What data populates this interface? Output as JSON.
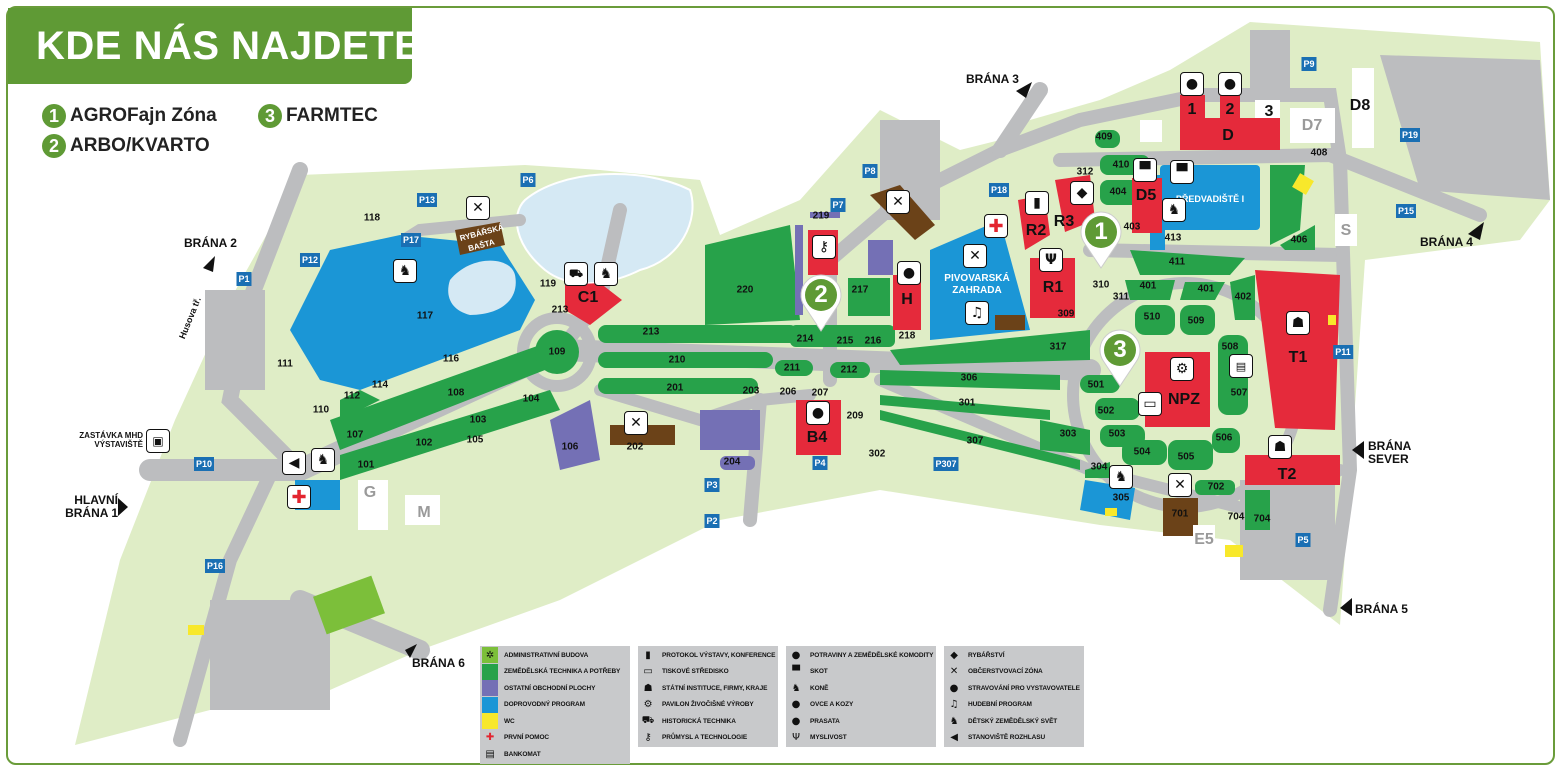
{
  "title": "KDE NÁS NAJDETE?",
  "key": [
    {
      "num": "1",
      "label": "AGROFajn Zóna"
    },
    {
      "num": "2",
      "label": "ARBO/KVARTO"
    },
    {
      "num": "3",
      "label": "FARMTEC"
    }
  ],
  "colors": {
    "admin": "#7cbf3a",
    "agri": "#27a24a",
    "other": "#7470b5",
    "program": "#1b96d6",
    "wc": "#f8e82b",
    "firstaid": "#e3252f",
    "hall": "#e52a3b",
    "food": "#6b4218",
    "road": "#bcbdbf",
    "ground": "#dfedc6",
    "parking": "#1a6fb3",
    "lake": "#d5e9f4"
  },
  "map": {
    "zones": [
      "118",
      "117",
      "119",
      "111",
      "116",
      "114",
      "112",
      "110",
      "108",
      "107",
      "104",
      "103",
      "102",
      "105",
      "101",
      "109",
      "213",
      "213",
      "210",
      "201",
      "203",
      "206",
      "207",
      "209",
      "211",
      "212",
      "214",
      "215",
      "216",
      "218",
      "217",
      "220",
      "219",
      "106",
      "202",
      "204",
      "302",
      "306",
      "301",
      "307",
      "303",
      "317",
      "309",
      "310",
      "311",
      "312",
      "404",
      "410",
      "403",
      "413",
      "409",
      "411",
      "401",
      "401",
      "402",
      "406",
      "408",
      "510",
      "509",
      "508",
      "507",
      "501",
      "502",
      "503",
      "504",
      "505",
      "506",
      "304",
      "305",
      "701",
      "702",
      "704",
      "704"
    ],
    "buildings": [
      "C1",
      "H",
      "B4",
      "R1",
      "R2",
      "R3",
      "D5",
      "D",
      "1",
      "2",
      "3",
      "D7",
      "D8",
      "NPZ",
      "T1",
      "T2",
      "S",
      "E5",
      "G",
      "M"
    ],
    "parking": [
      "P9",
      "P19",
      "P15",
      "P11",
      "P5",
      "P4",
      "P3",
      "P2",
      "P307",
      "P8",
      "P7",
      "P18",
      "P6",
      "P13",
      "P17",
      "P12",
      "P1",
      "P10",
      "P16"
    ],
    "gates": [
      "BRÁNA 2",
      "BRÁNA 3",
      "BRÁNA 4",
      "BRÁNA SEVER",
      "BRÁNA 5",
      "BRÁNA 6",
      "HLAVNÍ BRÁNA 1"
    ],
    "places": {
      "street": "Husova tř.",
      "bus_stop": "ZASTÁVKA MHD VÝSTAVIŠTĚ",
      "fish_restaurant": "RYBÁŘSKÁ BAŠTA",
      "beer_garden": "PIVOVARSKÁ ZAHRADA",
      "show_ring": "PŘEDVADIŠTĚ I"
    }
  },
  "legend": [
    [
      "ADMINISTRATIVNÍ BUDOVA",
      "ZEMĚDĚLSKÁ TECHNIKA A POTŘEBY",
      "OSTATNÍ OBCHODNÍ PLOCHY",
      "DOPROVODNÝ PROGRAM",
      "WC",
      "PRVNÍ POMOC",
      "BANKOMAT"
    ],
    [
      "PROTOKOL VÝSTAVY, KONFERENCE",
      "TISKOVÉ STŘEDISKO",
      "STÁTNÍ INSTITUCE, FIRMY, KRAJE",
      "PAVILON ŽIVOČIŠNÉ VÝROBY",
      "HISTORICKÁ TECHNIKA",
      "PRŮMYSL A TECHNOLOGIE"
    ],
    [
      "POTRAVINY A ZEMĚDĚLSKÉ KOMODITY",
      "SKOT",
      "KONĚ",
      "OVCE A KOZY",
      "PRASATA",
      "MYSLIVOST"
    ],
    [
      "RYBÁŘSTVÍ",
      "OBČERSTVOVACÍ ZÓNA",
      "STRAVOVÁNÍ PRO VYSTAVOVATELE",
      "HUDEBNÍ PROGRAM",
      "DĚTSKÝ ZEMĚDĚLSKÝ SVĚT",
      "STANOVIŠTĚ ROZHLASU"
    ]
  ]
}
